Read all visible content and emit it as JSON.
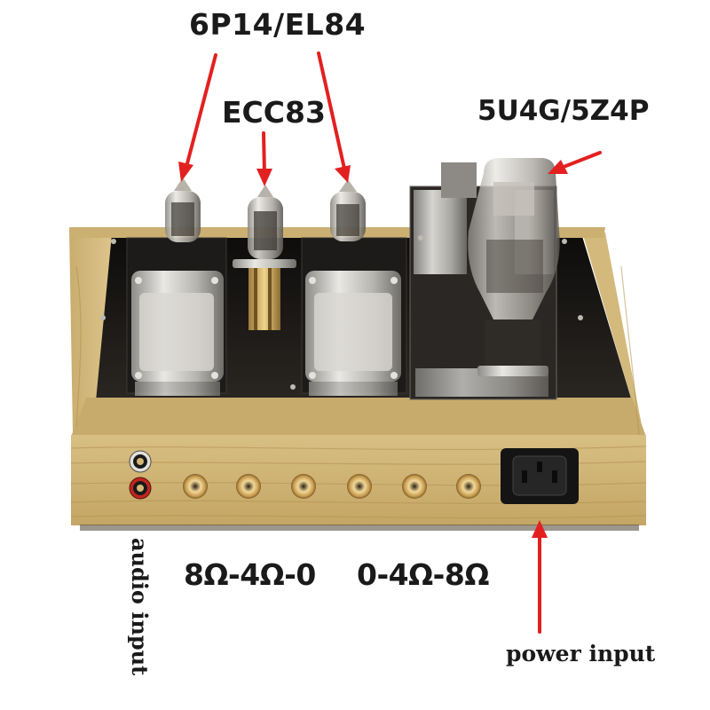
{
  "labels": {
    "power_tube": "6P14/EL84",
    "preamp_tube": "ECC83",
    "rectifier_tube": "5U4G/5Z4P",
    "left_impedance": "8Ω-4Ω-0",
    "right_impedance": "0-4Ω-8Ω",
    "audio_input": "audio input",
    "power_input": "power input"
  },
  "colors": {
    "arrow": "#e32020",
    "wood": "#cdb274",
    "top_plate": "#141210",
    "chrome": "#c9c7c2"
  }
}
